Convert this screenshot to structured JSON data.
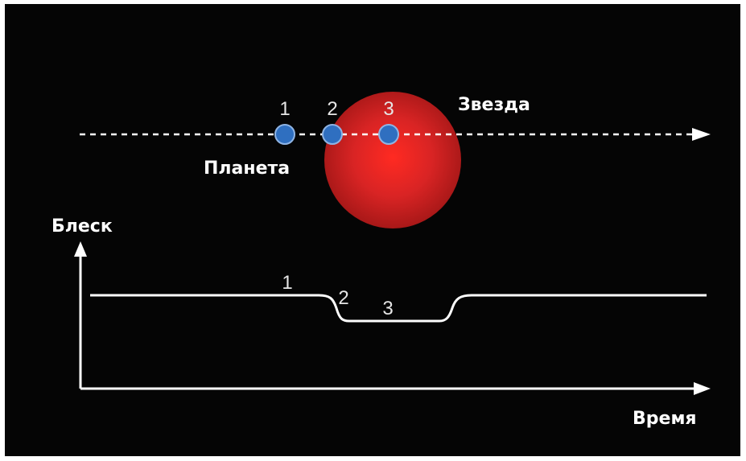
{
  "labels": {
    "star": "Звезда",
    "planet": "Планета",
    "brightness": "Блеск",
    "time": "Время"
  },
  "orbit_positions": [
    "1",
    "2",
    "3"
  ],
  "curve_markers": [
    "1",
    "2",
    "3"
  ],
  "colors": {
    "background": "#050505",
    "star_center": "#ff2a22",
    "star_edge": "#a81818",
    "planet": "#2f6fc0",
    "planet_outline": "#8fb4e4",
    "lines": "#ffffff"
  },
  "light_curve": {
    "normal_level": "high",
    "transit_level": "low"
  }
}
